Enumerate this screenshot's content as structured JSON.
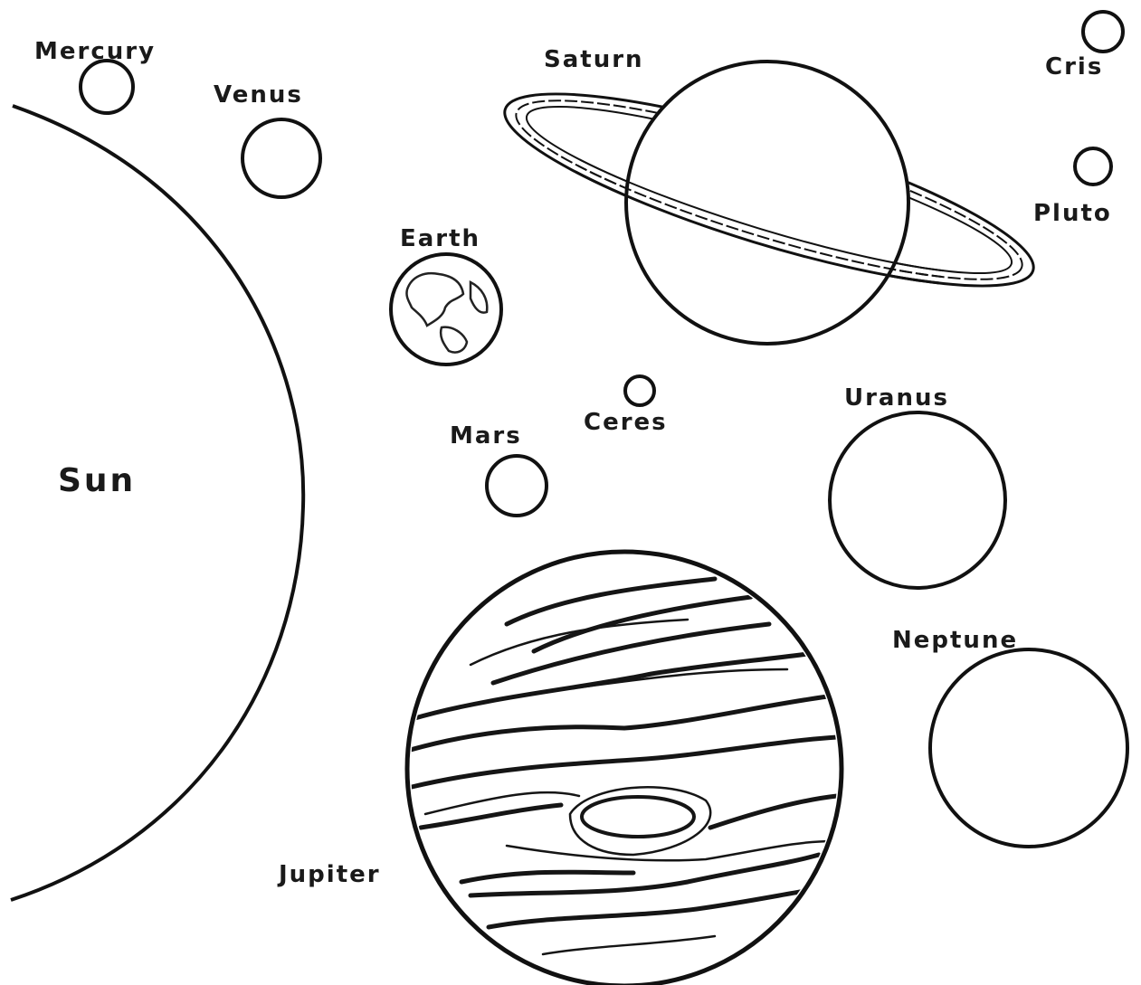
{
  "planets": {
    "sun": "Sun",
    "mercury": "Mercury",
    "venus": "Venus",
    "earth": "Earth",
    "mars": "Mars",
    "ceres": "Ceres",
    "jupiter": "Jupiter",
    "saturn": "Saturn",
    "uranus": "Uranus",
    "neptune": "Neptune",
    "pluto": "Pluto",
    "eris": "Cris"
  }
}
